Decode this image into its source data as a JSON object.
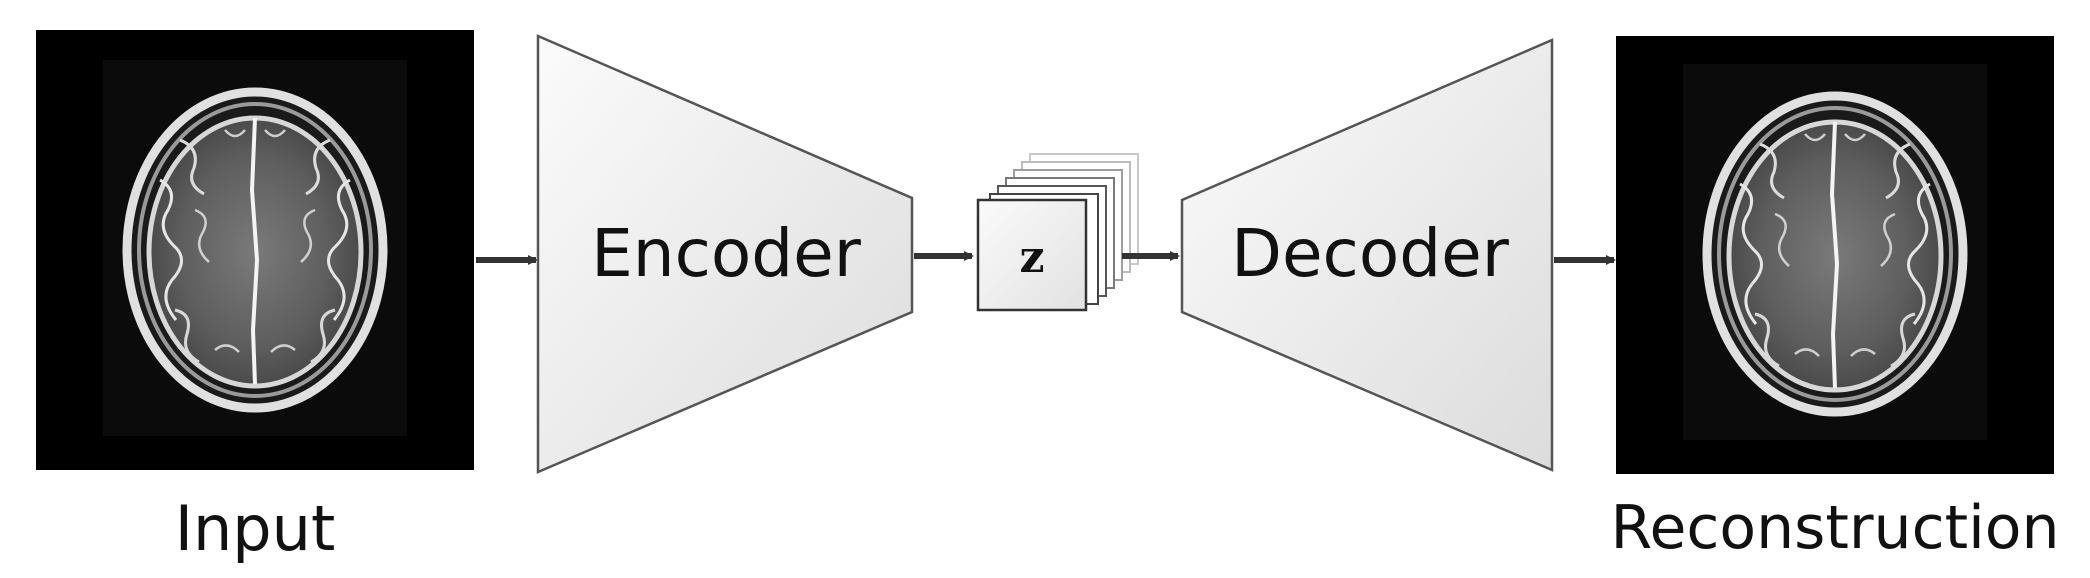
{
  "diagram": {
    "input_label": "Input",
    "encoder_label": "Encoder",
    "latent_label": "z",
    "decoder_label": "Decoder",
    "output_label": "Reconstruction",
    "colors": {
      "block_fill_light": "#f7f7f7",
      "block_fill_dark": "#dedede",
      "block_stroke": "#555555",
      "arrow": "#333333",
      "image_background": "#000000"
    }
  }
}
